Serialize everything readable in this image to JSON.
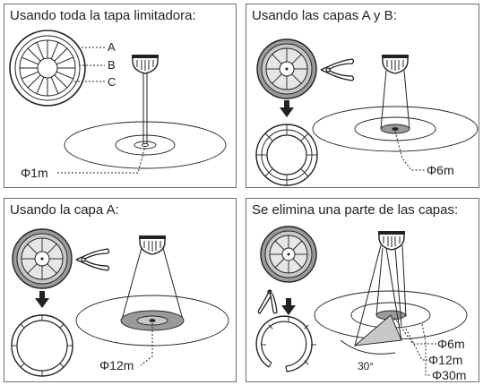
{
  "panels": [
    {
      "title": "Usando toda la tapa limitadora:",
      "layer_labels": [
        "A",
        "B",
        "C"
      ],
      "diameter_label": "Φ1m"
    },
    {
      "title": "Usando las capas A y B:",
      "diameter_label": "Φ6m"
    },
    {
      "title": "Usando la capa A:",
      "diameter_label": "Φ12m"
    },
    {
      "title": "Se elimina una parte de las capas:",
      "angle_label": "30°",
      "diameter_labels": [
        "Φ6m",
        "Φ12m",
        "Φ30m"
      ]
    }
  ]
}
